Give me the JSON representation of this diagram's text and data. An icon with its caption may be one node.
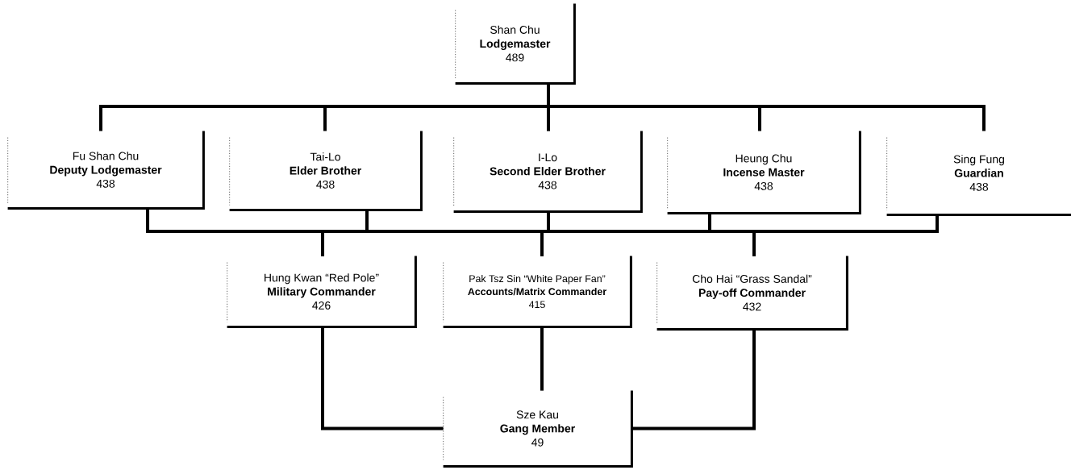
{
  "diagram": {
    "nodes": [
      {
        "text": [
          "Shan Chu",
          "Lodgemaster",
          "489"
        ]
      },
      {
        "text": [
          "Fu Shan Chu",
          "Deputy Lodgemaster",
          "438"
        ]
      },
      {
        "text": [
          "Tai-Lo",
          "Elder Brother",
          "438"
        ]
      },
      {
        "text": [
          "I-Lo",
          "Second Elder Brother",
          "438"
        ]
      },
      {
        "text": [
          "Heung Chu",
          "Incense Master",
          "438"
        ]
      },
      {
        "text": [
          "Sing Fung",
          "Guardian",
          "438"
        ]
      },
      {
        "text": [
          "Hung Kwan “Red Pole”",
          "Military Commander",
          "426"
        ]
      },
      {
        "text": [
          "Pak Tsz Sin “White Paper Fan”",
          "Accounts/Matrix Commander",
          "415"
        ]
      },
      {
        "text": [
          "Cho Hai “Grass Sandal”",
          "Pay-off Commander",
          "432"
        ]
      },
      {
        "text": [
          "Sze Kau",
          "Gang Member",
          "49"
        ]
      }
    ],
    "edges": [
      {
        "from": 0,
        "to": 1,
        "arrow": "none"
      },
      {
        "from": 0,
        "to": 2,
        "arrow": "none"
      },
      {
        "from": 0,
        "to": 3,
        "arrow": "none"
      },
      {
        "from": 0,
        "to": 4,
        "arrow": "none"
      },
      {
        "from": 0,
        "to": 5,
        "arrow": "none"
      },
      {
        "from": 1,
        "to": 6,
        "arrow": "none"
      },
      {
        "from": 1,
        "to": 7,
        "arrow": "none"
      },
      {
        "from": 1,
        "to": 8,
        "arrow": "none"
      },
      {
        "from": 2,
        "to": 6,
        "arrow": "none"
      },
      {
        "from": 2,
        "to": 7,
        "arrow": "none"
      },
      {
        "from": 2,
        "to": 8,
        "arrow": "none"
      },
      {
        "from": 3,
        "to": 6,
        "arrow": "none"
      },
      {
        "from": 3,
        "to": 7,
        "arrow": "none"
      },
      {
        "from": 3,
        "to": 8,
        "arrow": "none"
      },
      {
        "from": 4,
        "to": 6,
        "arrow": "none"
      },
      {
        "from": 4,
        "to": 7,
        "arrow": "none"
      },
      {
        "from": 4,
        "to": 8,
        "arrow": "none"
      },
      {
        "from": 5,
        "to": 6,
        "arrow": "none"
      },
      {
        "from": 5,
        "to": 7,
        "arrow": "none"
      },
      {
        "from": 5,
        "to": 8,
        "arrow": "none"
      },
      {
        "from": 6,
        "to": 9,
        "arrow": "none"
      },
      {
        "from": 7,
        "to": 9,
        "arrow": "none"
      },
      {
        "from": 8,
        "to": 9,
        "arrow": "none"
      }
    ]
  }
}
